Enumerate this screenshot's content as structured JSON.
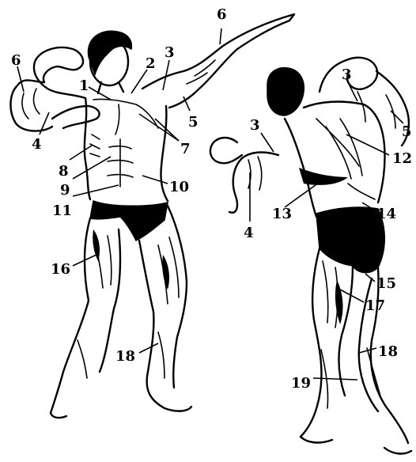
{
  "diagram": {
    "front_labels": [
      "1",
      "2",
      "3",
      "6",
      "6",
      "4",
      "5",
      "7",
      "8",
      "9",
      "10",
      "11",
      "16",
      "18"
    ],
    "back_labels": [
      "3",
      "3",
      "5",
      "12",
      "4",
      "13",
      "14",
      "15",
      "17",
      "18",
      "19"
    ]
  }
}
